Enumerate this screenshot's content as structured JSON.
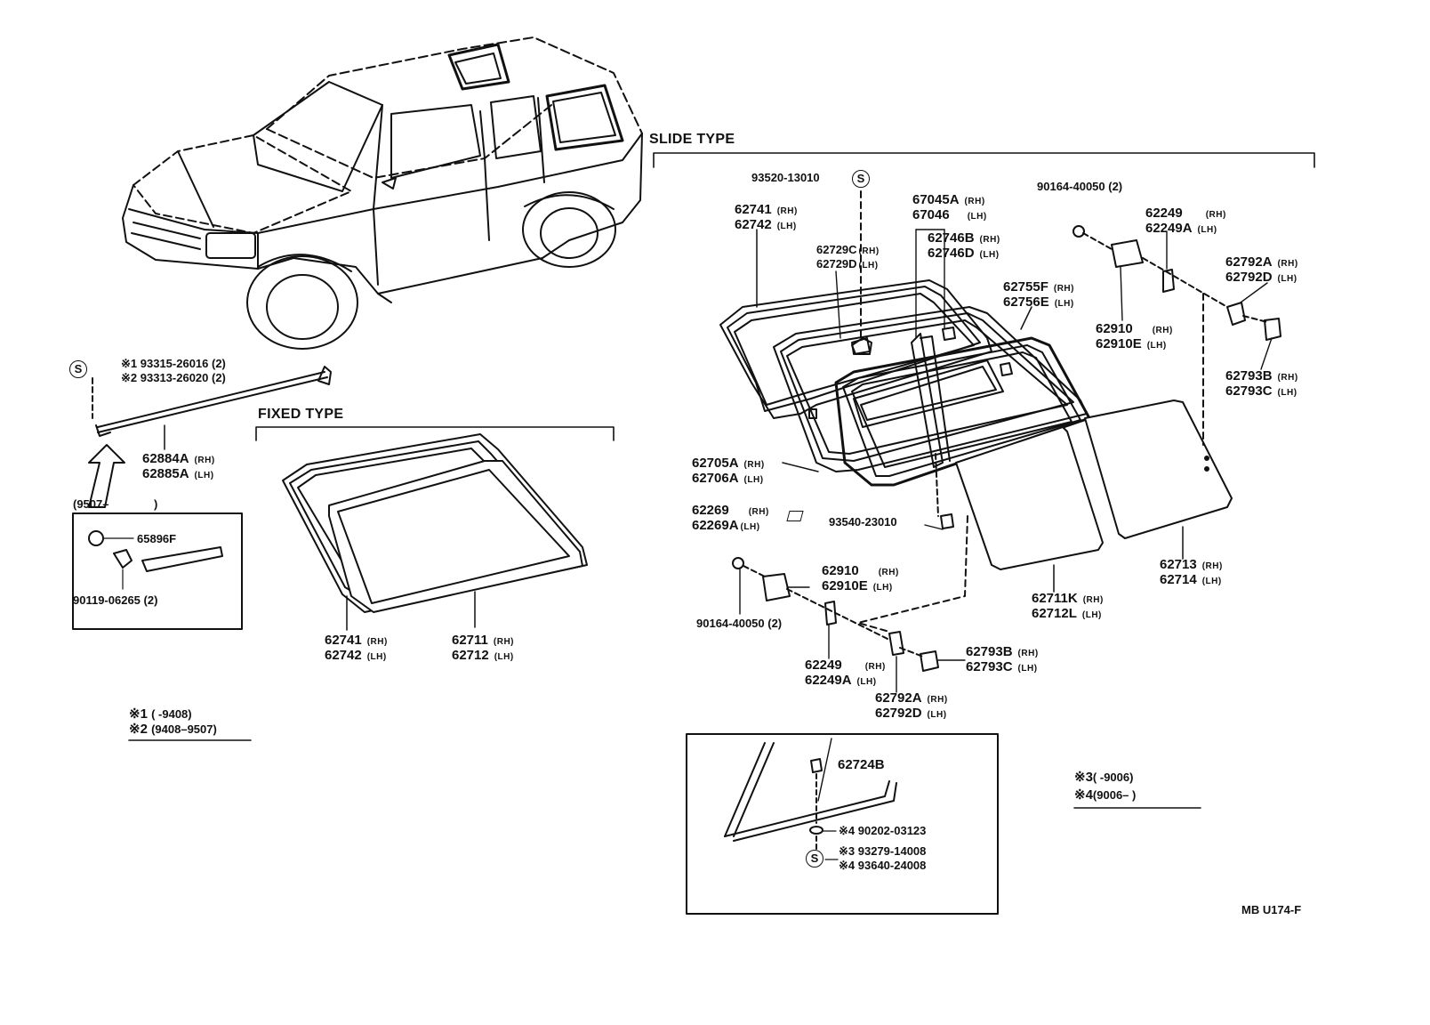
{
  "headers": {
    "slide_type": "SLIDE TYPE",
    "fixed_type": "FIXED TYPE"
  },
  "symbols": {
    "s_mark": "S",
    "note1": "※1",
    "note2": "※2",
    "note3": "※3",
    "note4": "※4"
  },
  "labels": {
    "p93520": "93520-13010",
    "p90164_top": "90164-40050 (2)",
    "p62741_a": "62741",
    "p62742_a": "62742",
    "p67045A": "67045A",
    "p67046": "67046",
    "p62746B": "62746B",
    "p62746D": "62746D",
    "p62729C": "62729C",
    "p62729D": "62729D",
    "p62249_a": "62249",
    "p62249A_a": "62249A",
    "p62792A_a": "62792A",
    "p62792D_a": "62792D",
    "p62755F": "62755F",
    "p62756E": "62756E",
    "p62910_a": "62910",
    "p62910E_a": "62910E",
    "p62793B_a": "62793B",
    "p62793C_a": "62793C",
    "p62705A": "62705A",
    "p62706A": "62706A",
    "p62269": "62269",
    "p62269A": "62269A",
    "p93540_23010": "93540-23010",
    "p62713": "62713",
    "p62714": "62714",
    "p62711K": "62711K",
    "p62712L": "62712L",
    "p62910_b": "62910",
    "p62910E_b": "62910E",
    "p90164_bottom": "90164-40050 (2)",
    "p62793B_b": "62793B",
    "p62793C_b": "62793C",
    "p62249_b": "62249",
    "p62249A_b": "62249A",
    "p62792A_b": "62792A",
    "p62792D_b": "62792D",
    "p62724B": "62724B",
    "p90202": "90202-03123",
    "p93279": "93279-14008",
    "p93640": "93640-24008",
    "p93315": "93315-26016 (2)",
    "p93313": "93313-26020 (2)",
    "p62884A": "62884A",
    "p62885A": "62885A",
    "range9507": "(9507–",
    "range9507_close": ")",
    "p65896F": "65896F",
    "p90119": "90119-06265 (2)",
    "p62741_b": "62741",
    "p62742_b": "62742",
    "p62711": "62711",
    "p62712": "62712",
    "note1_range": "(       -9408)",
    "note2_range": "(9408–9507)",
    "note3_range": "(       -9006)",
    "note4_range": "(9006–       )",
    "diagram_code": "MB U174-F"
  },
  "sides": {
    "rh": "(RH)",
    "lh": "(LH)"
  }
}
